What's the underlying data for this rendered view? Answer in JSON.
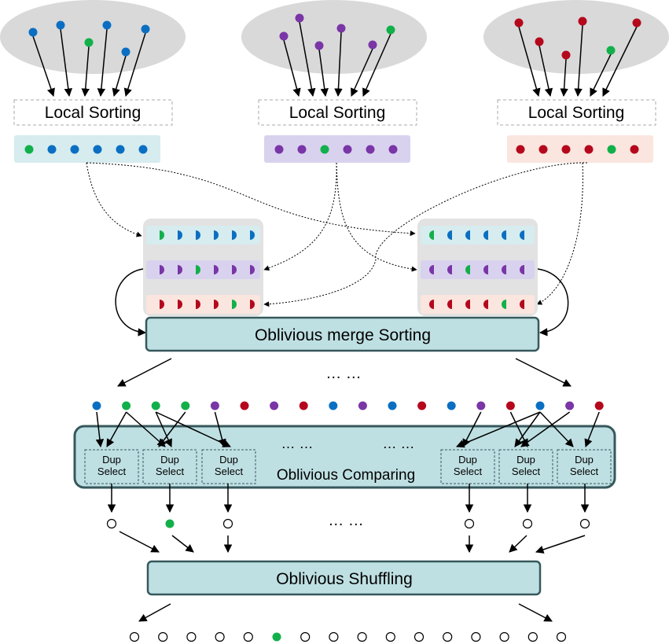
{
  "local_sorting_labels": [
    "Local Sorting",
    "Local Sorting",
    "Local Sorting"
  ],
  "merge_sorting_label": "Oblivious merge Sorting",
  "comparing_label": "Oblivious Comparing",
  "shuffling_label": "Oblivious Shuffling",
  "dup_select_line1": "Dup",
  "dup_select_line2": "Select",
  "ellipsis": "… …",
  "colors": {
    "blue": "#0a6fc2",
    "green": "#12b04a",
    "purple": "#7a35a6",
    "red": "#b5081c",
    "cloud": "#d9d9d9",
    "box_fill": "#bfe0e3",
    "box_stroke": "#37585c",
    "blue_band": "#d6ecee",
    "purple_band": "#d8d2ef",
    "red_band": "#fbe5df",
    "merge_panel": "#e2e2e2"
  },
  "sources": [
    {
      "color": "blue",
      "points": [
        "blue",
        "blue",
        "green",
        "blue",
        "blue",
        "blue"
      ],
      "sorted": [
        "green",
        "blue",
        "blue",
        "blue",
        "blue",
        "blue"
      ]
    },
    {
      "color": "purple",
      "points": [
        "purple",
        "purple",
        "purple",
        "purple",
        "purple",
        "green"
      ],
      "sorted": [
        "purple",
        "purple",
        "green",
        "purple",
        "purple",
        "purple"
      ]
    },
    {
      "color": "red",
      "points": [
        "red",
        "red",
        "red",
        "red",
        "green",
        "red"
      ],
      "sorted": [
        "red",
        "red",
        "red",
        "red",
        "green",
        "red"
      ]
    }
  ],
  "merge_groups": [
    {
      "rows": [
        [
          "green",
          "blue",
          "blue",
          "blue",
          "blue",
          "blue"
        ],
        [
          "purple",
          "purple",
          "green",
          "purple",
          "purple",
          "purple"
        ],
        [
          "red",
          "red",
          "red",
          "red",
          "green",
          "red"
        ]
      ]
    },
    {
      "rows": [
        [
          "green",
          "blue",
          "blue",
          "blue",
          "blue",
          "blue"
        ],
        [
          "purple",
          "purple",
          "green",
          "purple",
          "purple",
          "purple"
        ],
        [
          "red",
          "red",
          "red",
          "red",
          "green",
          "red"
        ]
      ]
    }
  ],
  "merged_sequence": [
    "blue",
    "green",
    "green",
    "green",
    "purple",
    "red",
    "purple",
    "red",
    "blue",
    "purple",
    "blue",
    "red",
    "blue",
    "purple",
    "red",
    "blue",
    "purple",
    "red"
  ],
  "dup_select_outputs": [
    "white",
    "green",
    "white",
    "white",
    "white",
    "white"
  ],
  "final_sequence": [
    "white",
    "white",
    "white",
    "white",
    "white",
    "green",
    "white",
    "white",
    "white",
    "white",
    "white",
    "white",
    "white",
    "white",
    "white",
    "white"
  ]
}
